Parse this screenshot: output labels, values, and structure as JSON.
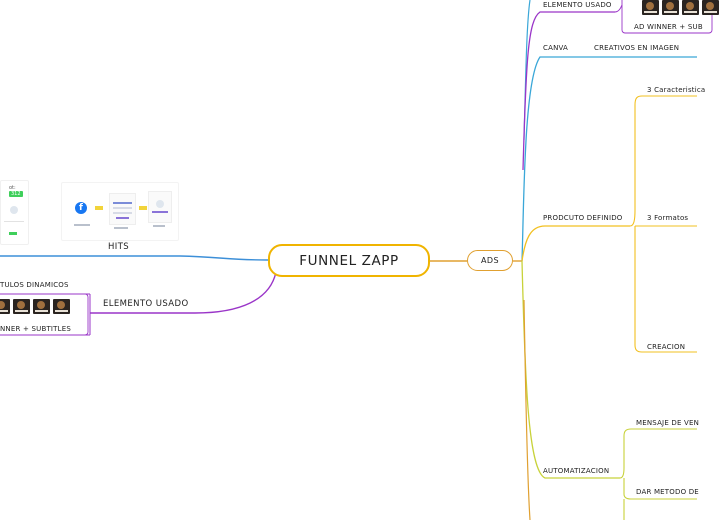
{
  "central": {
    "title": "FUNNEL ZAPP"
  },
  "left": {
    "hits": {
      "label": "HITS",
      "pill_label": "312"
    },
    "elemento_usado": {
      "label": "ELEMENTO USADO"
    },
    "titulos_dinamicos": {
      "label": "TULOS DINAMICOS"
    },
    "winner_subtitles": {
      "label": "NNER + SUBTITLES"
    }
  },
  "right": {
    "ads": {
      "label": "ADS"
    },
    "elemento_usado": {
      "label": "ELEMENTO USADO"
    },
    "ad_winner": {
      "label": "AD WINNER + SUB"
    },
    "canva": {
      "label": "CANVA"
    },
    "creativos": {
      "label": "CREATIVOS EN IMAGEN"
    },
    "producto_definido": {
      "label": "PRODCUTO DEFINIDO"
    },
    "caracteristicas": {
      "label": "3 Caracteristica"
    },
    "formatos": {
      "label": "3 Formatos"
    },
    "creacion": {
      "label": "CREACION"
    },
    "automatizacion": {
      "label": "AUTOMATIZACION"
    },
    "mensaje": {
      "label": "MENSAJE DE VEN"
    },
    "dar_metodo": {
      "label": "DAR METODO DE"
    }
  },
  "colors": {
    "central_border": "#f0b400",
    "ads_border": "#e0a030",
    "hits_line": "#3c8fd8",
    "left_elemento_line": "#9a35c8",
    "canva_line": "#3aa7d8",
    "right_elemento_line": "#9a35c8",
    "producto_line": "#f2c020",
    "automatizacion_line": "#c8d23a"
  }
}
